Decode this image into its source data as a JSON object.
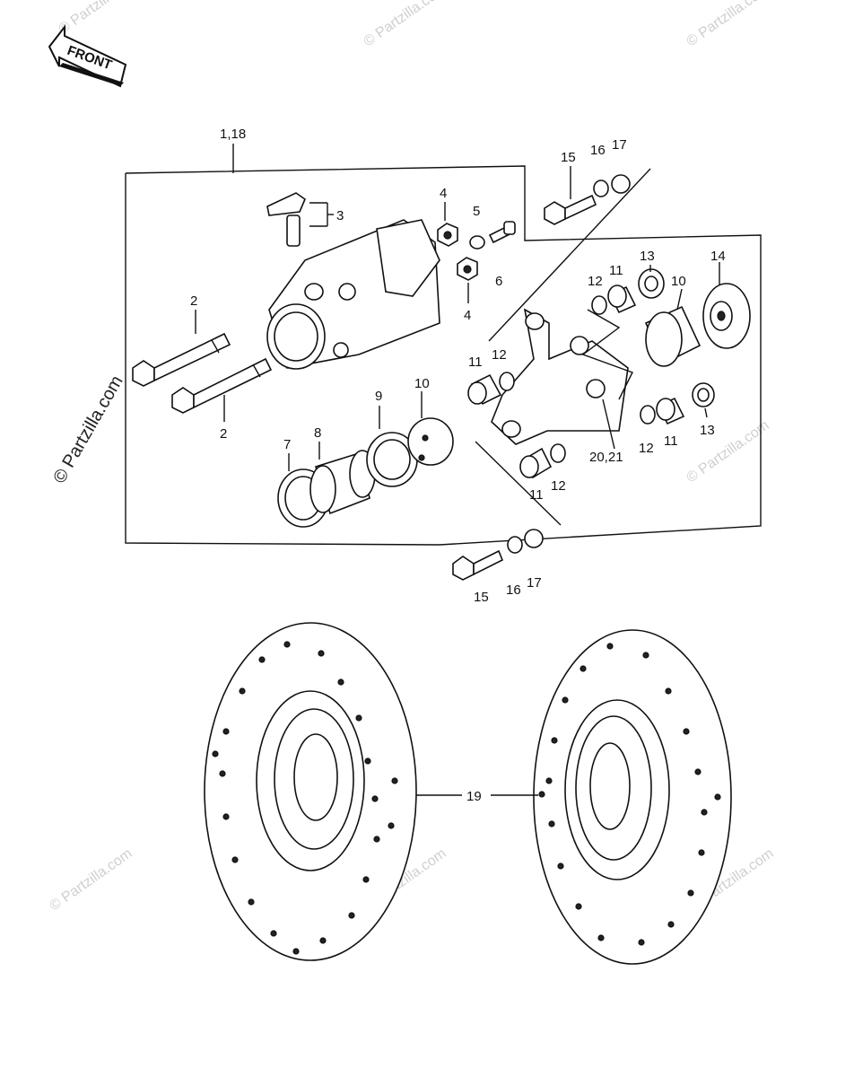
{
  "front_badge": "FRONT",
  "watermark": "© Partzilla.com",
  "callouts": {
    "assembly": "1,18",
    "bolt_upper": "2",
    "bolt_lower": "2",
    "bleeder": "3",
    "nut_top": "4",
    "nut_mid": "4",
    "washer_5": "5",
    "bolt_6": "6",
    "seal_7": "7",
    "piston_8": "8",
    "seal_9": "9",
    "pad_10_left": "10",
    "pad_10_right": "10",
    "bush_11_a": "11",
    "bush_11_b": "11",
    "bush_11_c": "11",
    "bush_11_d": "11",
    "ring_12_a": "12",
    "ring_12_b": "12",
    "ring_12_c": "12",
    "ring_12_d": "12",
    "cap_13_a": "13",
    "cap_13_b": "13",
    "cover_14": "14",
    "bolt_15_top": "15",
    "bolt_15_bottom": "15",
    "washer_16_top": "16",
    "washer_16_bottom": "16",
    "washer_17_top": "17",
    "washer_17_bottom": "17",
    "disc_19": "19",
    "bracket_20_21": "20,21"
  }
}
